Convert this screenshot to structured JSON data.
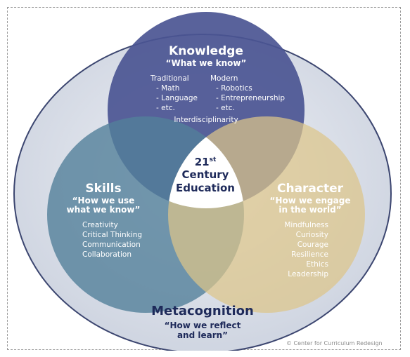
{
  "knowledge": {
    "title": "Knowledge",
    "subtitle": "“What we know”",
    "traditional_header": "Traditional",
    "traditional_items": [
      "- Math",
      "- Language",
      "- etc."
    ],
    "modern_header": "Modern",
    "modern_items": [
      "- Robotics",
      "- Entrepreneurship",
      "- etc."
    ],
    "footer": "Interdisciplinarity"
  },
  "skills": {
    "title": "Skills",
    "subtitle_lines": [
      "“How we use",
      "what we know”"
    ],
    "items": [
      "Creativity",
      "Critical Thinking",
      "Communication",
      "Collaboration"
    ]
  },
  "character": {
    "title": "Character",
    "subtitle_lines": [
      "“How we engage",
      "in the world”"
    ],
    "items": [
      "Mindfulness",
      "Curiosity",
      "Courage",
      "Resilience",
      "Ethics",
      "Leadership"
    ]
  },
  "center": {
    "number": "21",
    "superscript": "st",
    "line2": "Century",
    "line3": "Education"
  },
  "metacognition": {
    "title": "Metacognition",
    "subtitle_lines": [
      "“How we reflect",
      "and learn”"
    ]
  },
  "credit": "© Center for Curriculum Redesign",
  "colors": {
    "knowledge": "#4b5592",
    "skills": "#527f9a",
    "character": "#dcc589",
    "outer_ring": "#d7dce6",
    "metacognition_text": "#1e2a5a"
  }
}
